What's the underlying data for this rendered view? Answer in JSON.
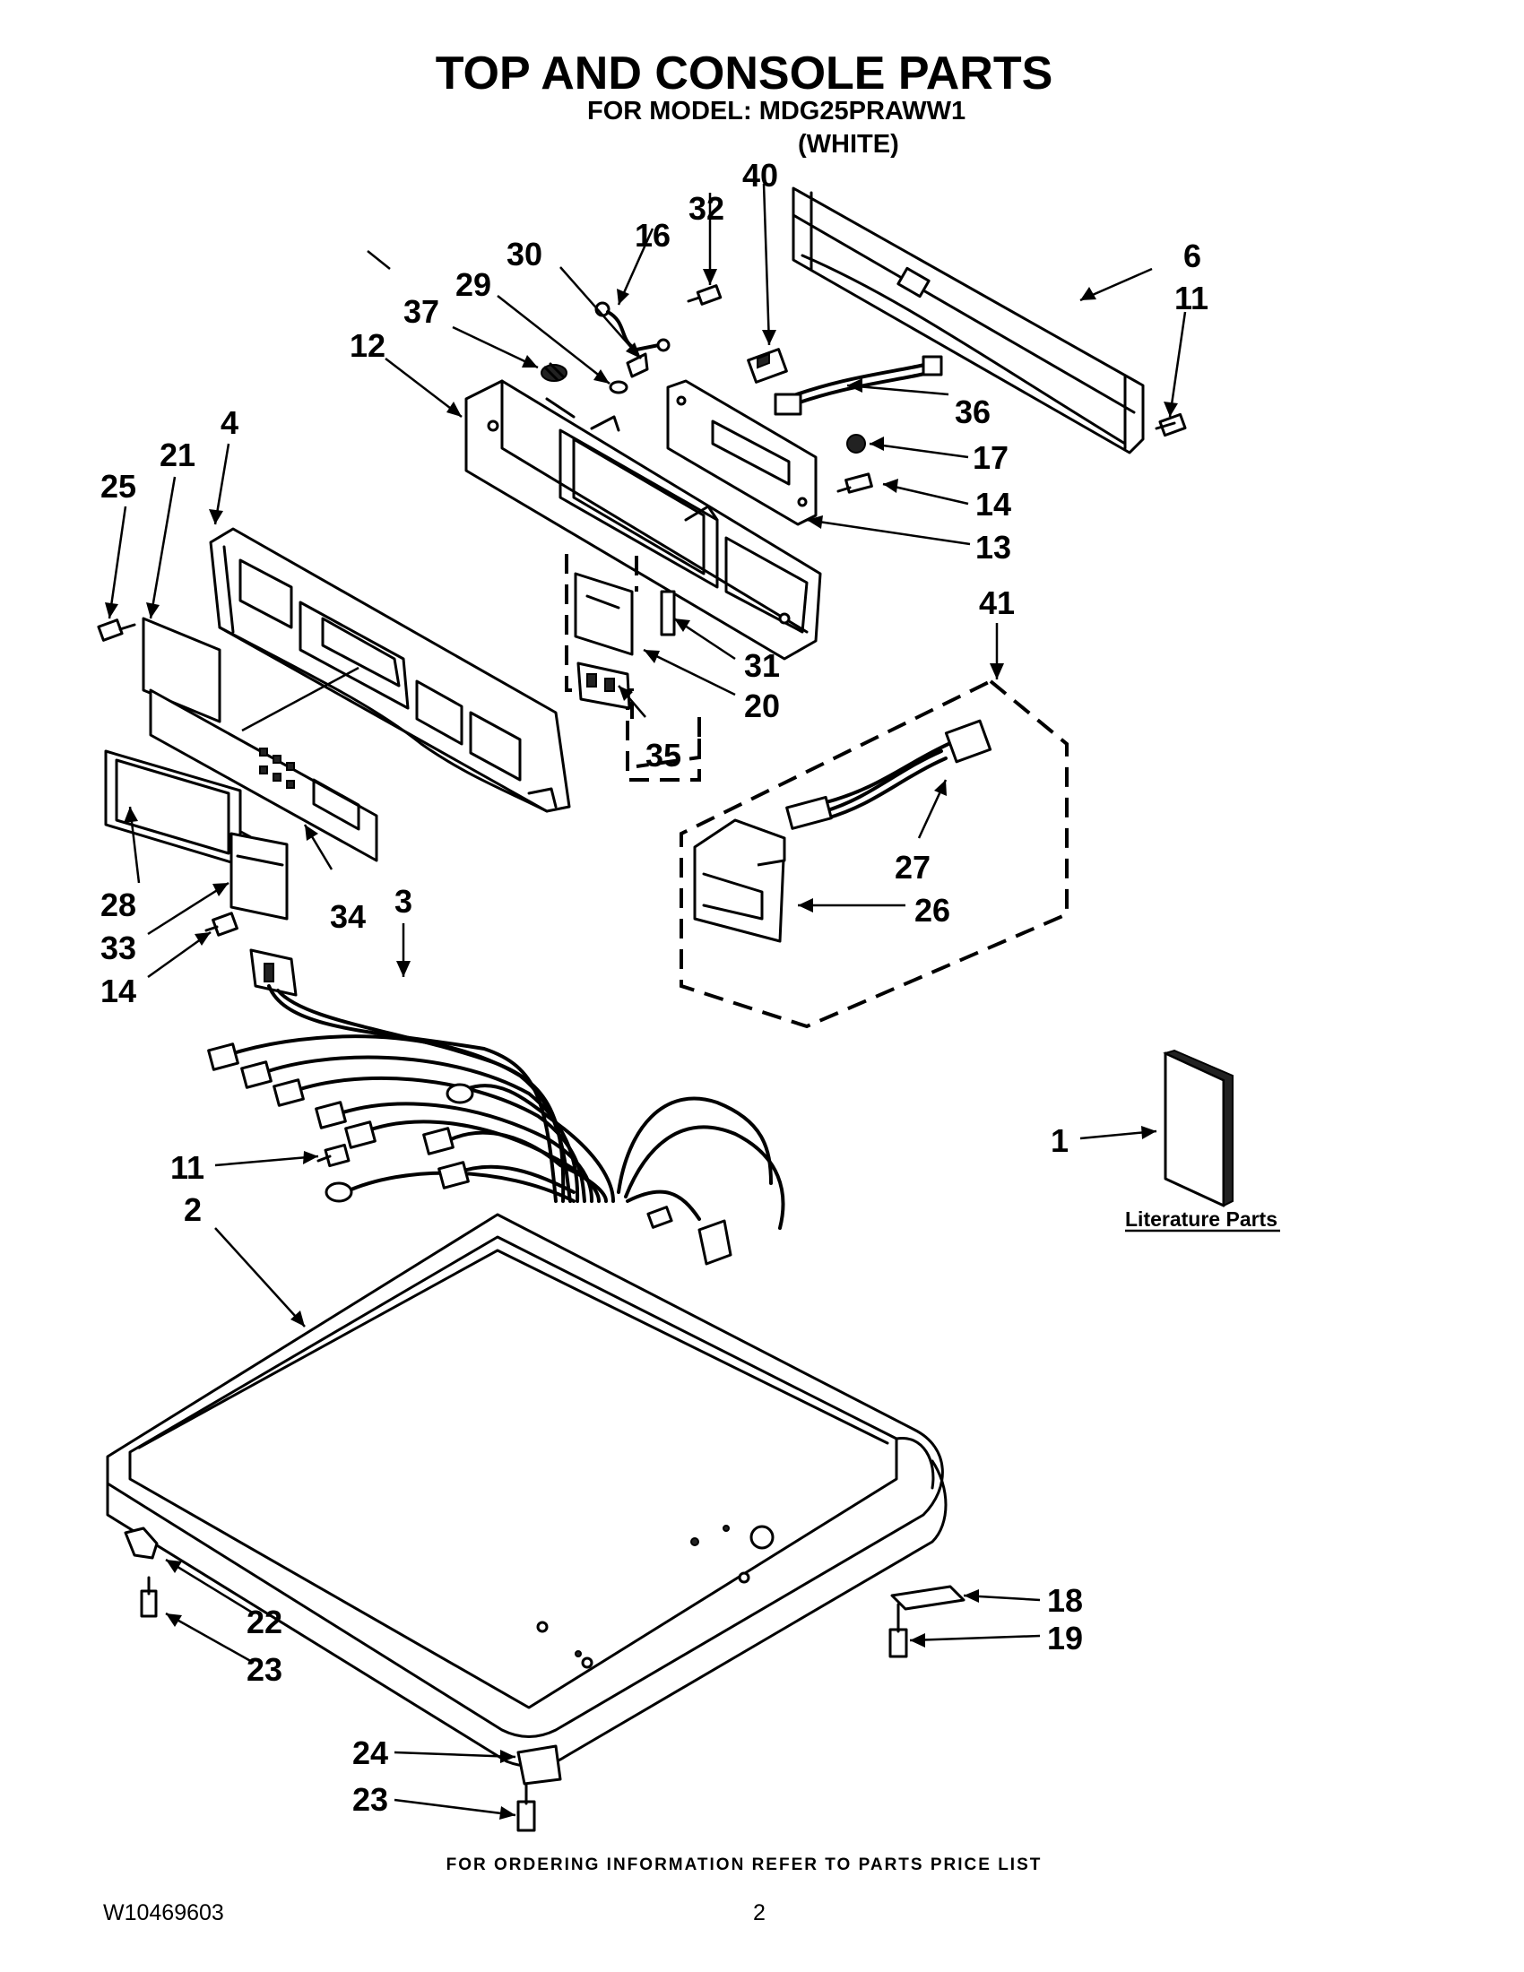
{
  "header": {
    "title": "TOP AND CONSOLE PARTS",
    "model_line": "FOR MODEL: MDG25PRAWW1",
    "color_line": "(WHITE)"
  },
  "callouts": {
    "c40": "40",
    "c32": "32",
    "c16": "16",
    "c30": "30",
    "c29": "29",
    "c37": "37",
    "c12": "12",
    "c6": "6",
    "c11a": "11",
    "c36": "36",
    "c17": "17",
    "c14a": "14",
    "c13": "13",
    "c4": "4",
    "c21": "21",
    "c25": "25",
    "c41": "41",
    "c31": "31",
    "c20": "20",
    "c35": "35",
    "c27": "27",
    "c26": "26",
    "c28": "28",
    "c34": "34",
    "c3": "3",
    "c33": "33",
    "c14b": "14",
    "c1": "1",
    "c11b": "11",
    "c2": "2",
    "c18": "18",
    "c19": "19",
    "c22": "22",
    "c23a": "23",
    "c24": "24",
    "c23b": "23"
  },
  "literature_label": "Literature Parts",
  "footer": {
    "ordering_note": "FOR ORDERING INFORMATION REFER TO PARTS PRICE LIST",
    "doc_number": "W10469603",
    "page_number": "2"
  }
}
